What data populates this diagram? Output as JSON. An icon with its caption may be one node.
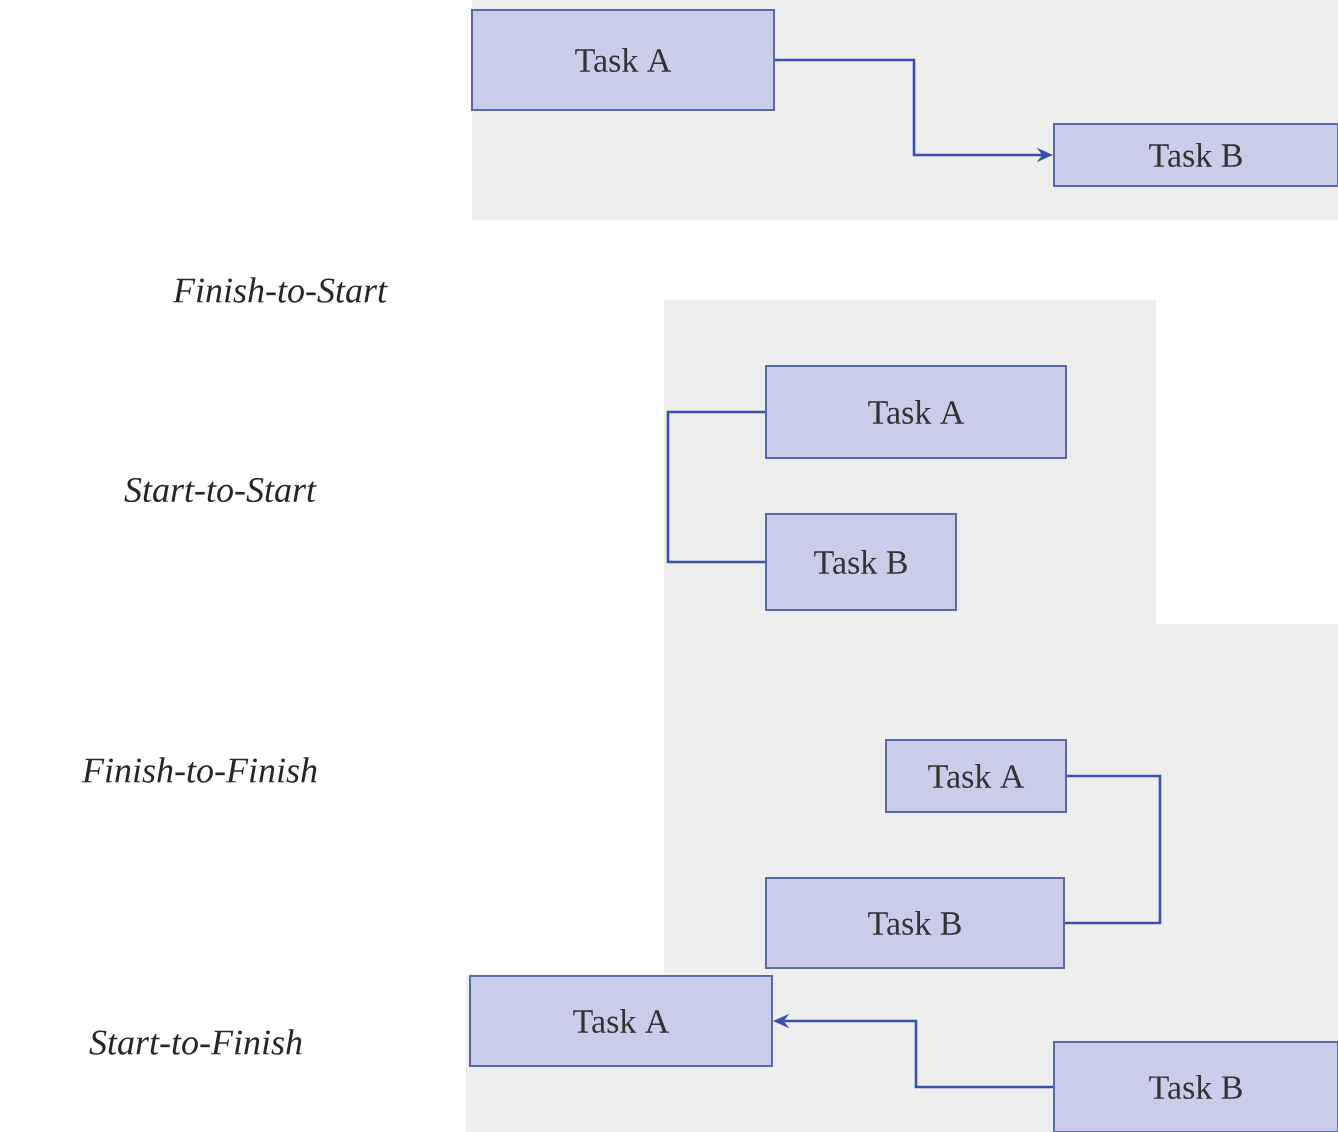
{
  "diagram": {
    "nodes": [
      {
        "text": [
          "Task A"
        ]
      },
      {
        "text": [
          "Task B"
        ]
      },
      {
        "text": [
          "Task A"
        ]
      },
      {
        "text": [
          "Task B"
        ]
      },
      {
        "text": [
          "Task A"
        ]
      },
      {
        "text": [
          "Task B"
        ]
      },
      {
        "text": [
          "Task A"
        ]
      },
      {
        "text": [
          "Task B"
        ]
      }
    ],
    "edges": [
      {
        "from": 0,
        "to": 1,
        "arrow": "to"
      },
      {
        "from": 2,
        "to": 3,
        "arrow": "none"
      },
      {
        "from": 4,
        "to": 5,
        "arrow": "none"
      },
      {
        "from": 7,
        "to": 6,
        "arrow": "to"
      }
    ],
    "labels": [
      "Finish-to-Start",
      "Start-to-Start",
      "Finish-to-Finish",
      "Start-to-Finish"
    ]
  }
}
